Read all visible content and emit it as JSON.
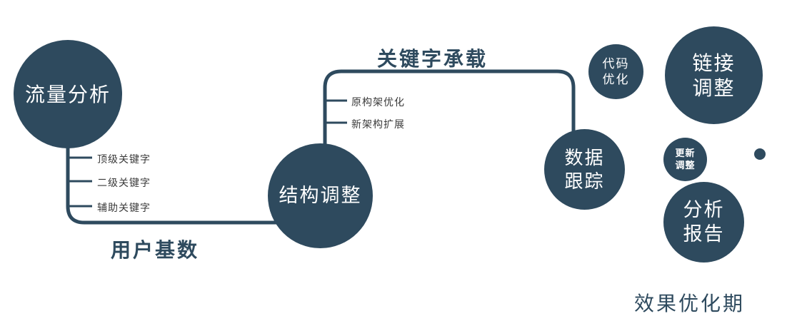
{
  "colors": {
    "accent": "#2e4a5e",
    "branch_text": "#3a3a3a",
    "background": "#ffffff"
  },
  "nodes": {
    "traffic_analysis": {
      "label": "流量分析"
    },
    "structure_adjust": {
      "label": "结构调整"
    },
    "data_tracking": {
      "lines": [
        "数据",
        "跟踪"
      ]
    },
    "code_optimization": {
      "lines": [
        "代码",
        "优化"
      ]
    },
    "link_adjustment": {
      "lines": [
        "链接",
        "调整"
      ]
    },
    "update_adjustment": {
      "lines": [
        "更新",
        "调整"
      ]
    },
    "analysis_report": {
      "lines": [
        "分析",
        "报告"
      ]
    }
  },
  "edge_labels": {
    "user_base": "用户基数",
    "keyword_carry": "关键字承载"
  },
  "branches": {
    "traffic_keywords": [
      "顶级关键字",
      "二级关键字",
      "辅助关键字"
    ],
    "structure_items": [
      "原构架优化",
      "新架构扩展"
    ]
  },
  "caption": "效果优化期"
}
